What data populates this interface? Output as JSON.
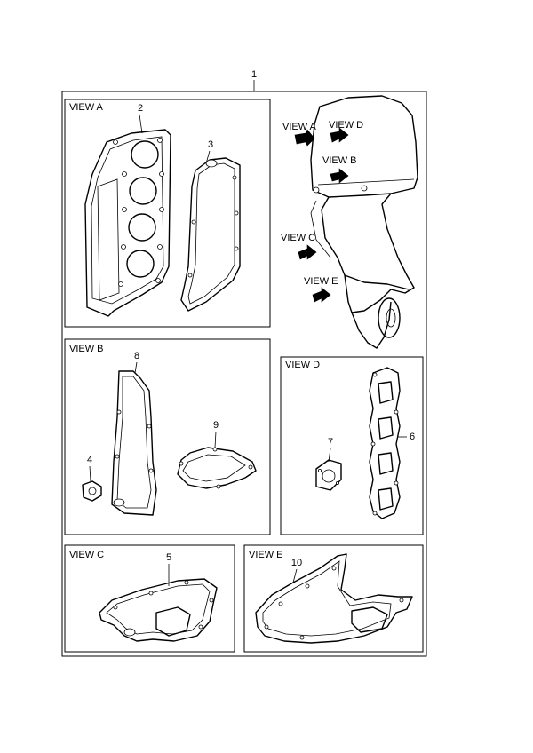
{
  "assembly_number": "1",
  "views": {
    "a": {
      "label": "VIEW A",
      "parts": [
        "2",
        "3"
      ]
    },
    "b": {
      "label": "VIEW B",
      "parts": [
        "8",
        "4",
        "9"
      ]
    },
    "c": {
      "label": "VIEW C",
      "parts": [
        "5"
      ]
    },
    "d": {
      "label": "VIEW D",
      "parts": [
        "7",
        "6"
      ]
    },
    "e": {
      "label": "VIEW E",
      "parts": [
        "10"
      ]
    }
  },
  "engine_callouts": {
    "a": "VIEW A",
    "b": "VIEW B",
    "c": "VIEW C",
    "d": "VIEW D",
    "e": "VIEW E"
  }
}
